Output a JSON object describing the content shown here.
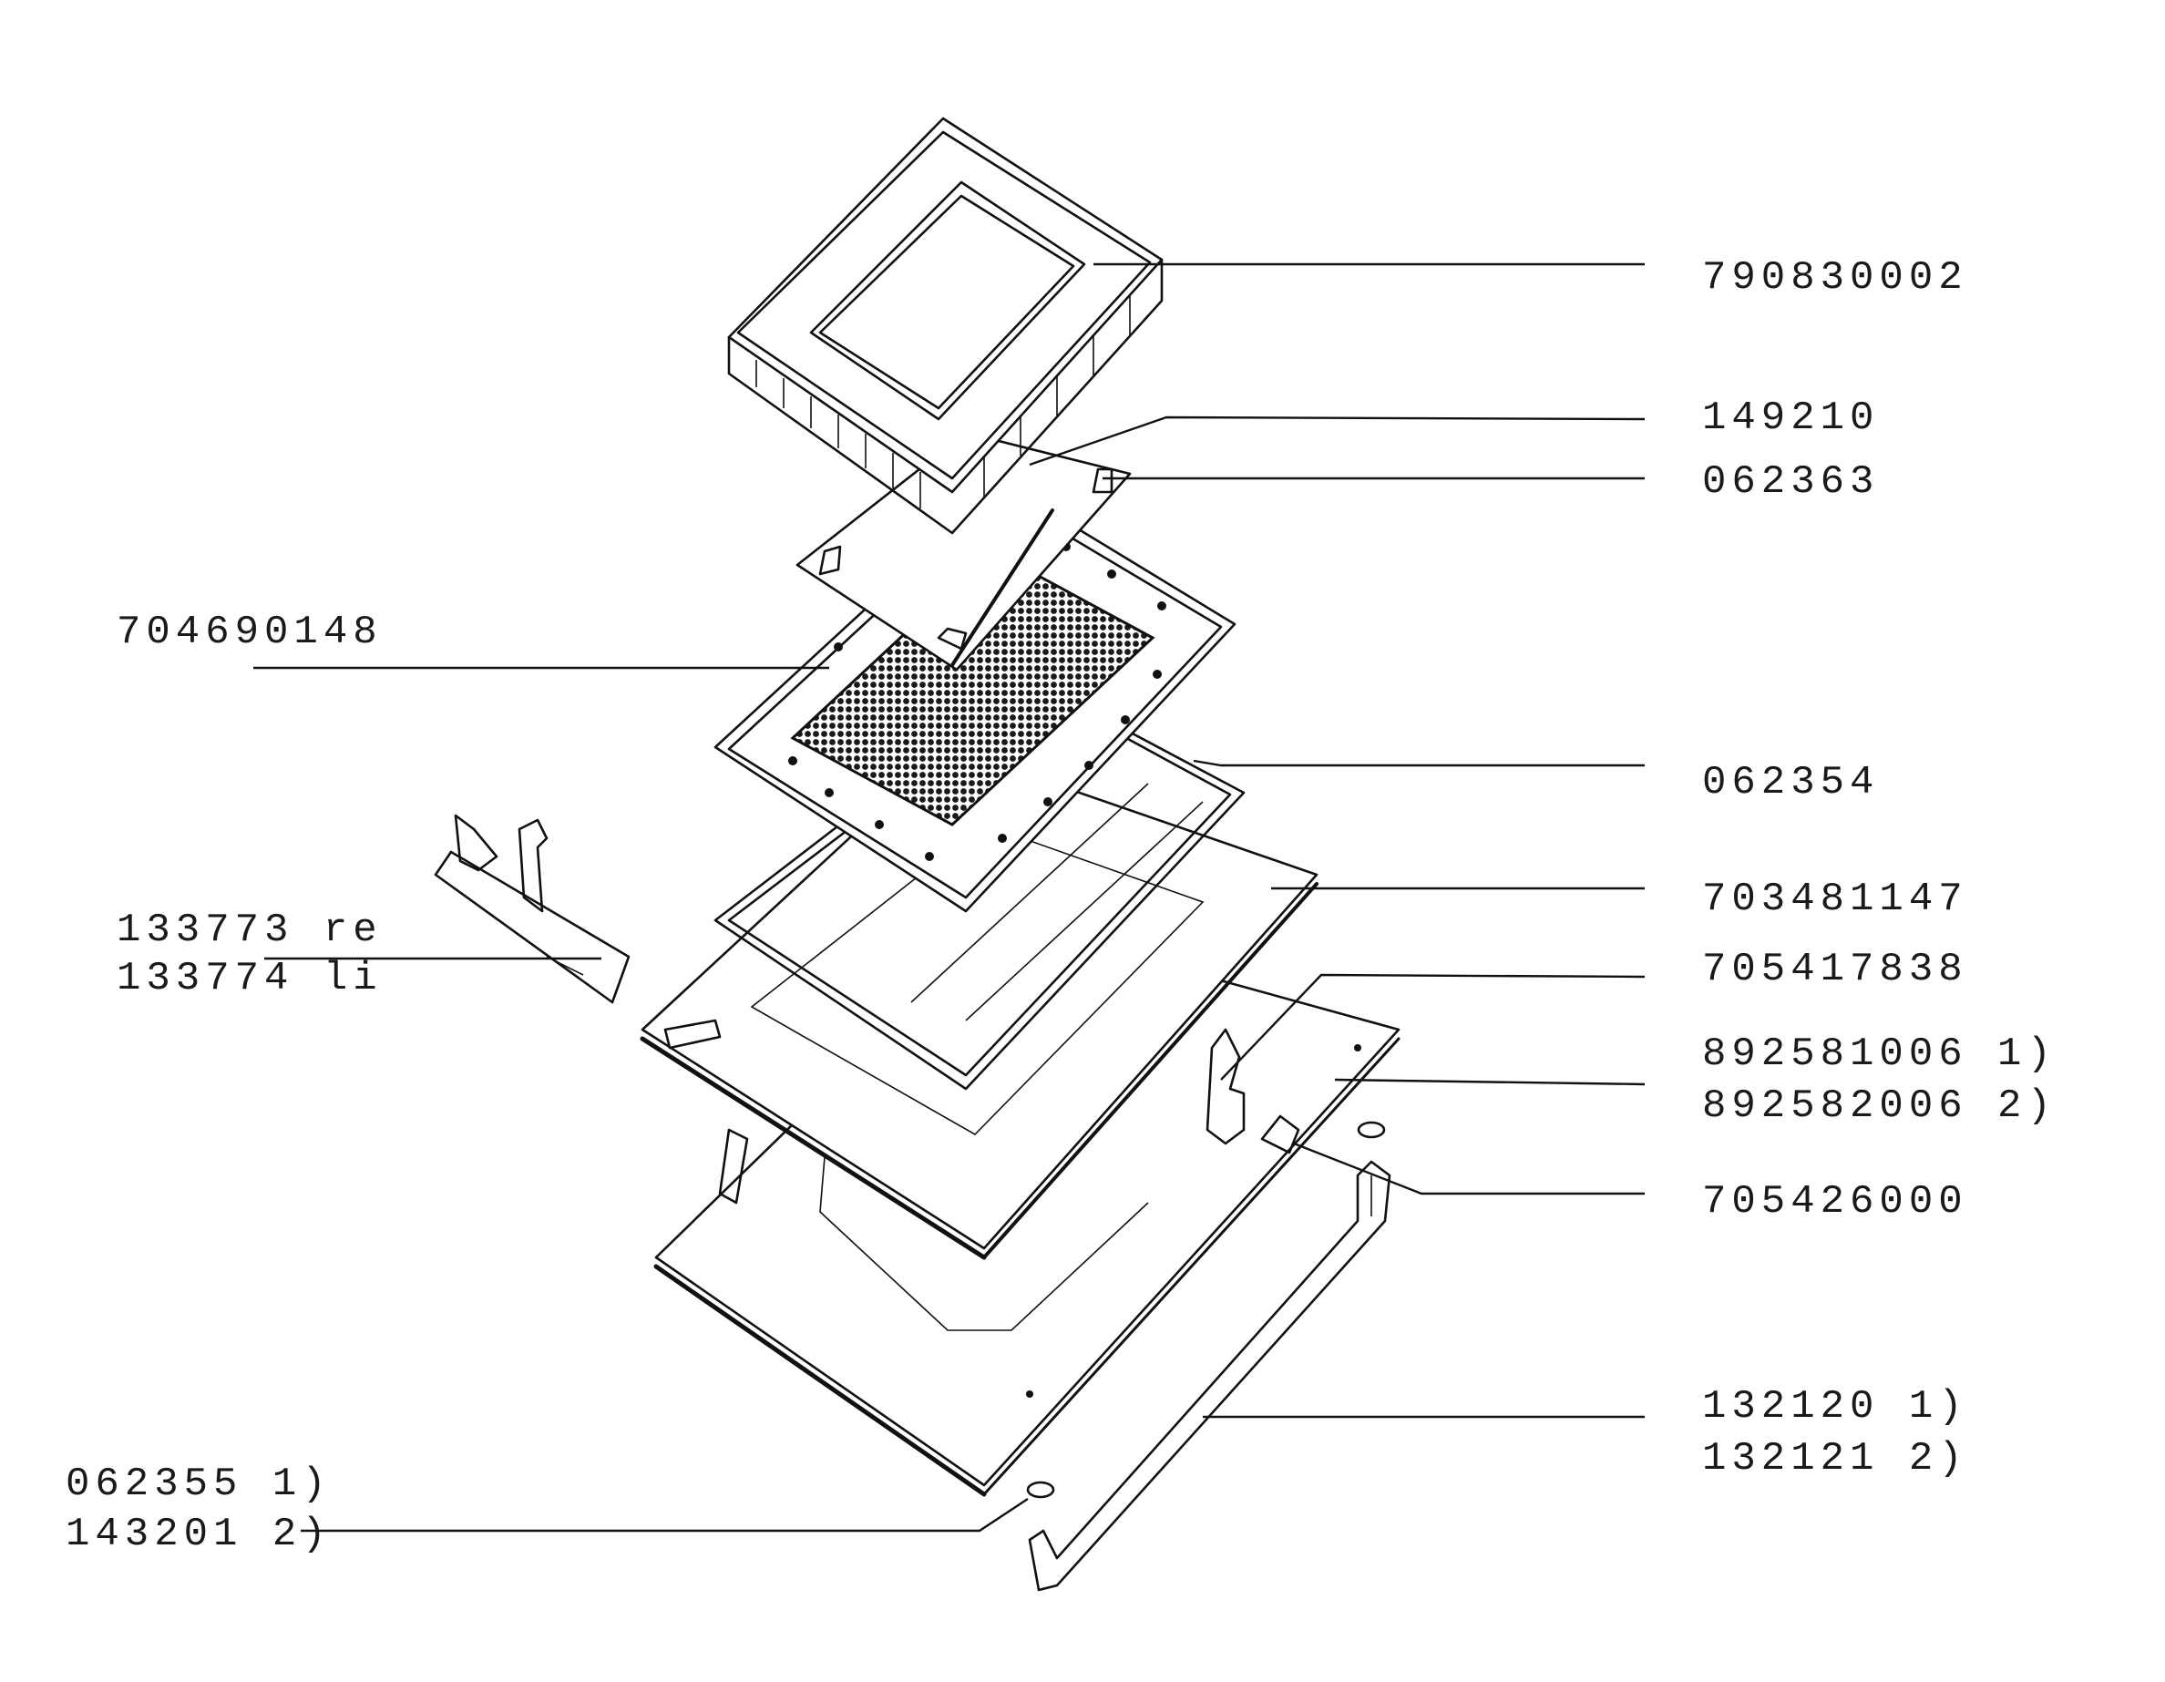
{
  "labels": {
    "p790830002": "790830002",
    "p149210": "149210",
    "p062363": "062363",
    "p704690148": "704690148",
    "p062354": "062354",
    "p703481147": "703481147",
    "p133773": "133773 re",
    "p133774": "133774 li",
    "p705417838": "705417838",
    "p892581006": "892581006 1)",
    "p892582006": "892582006 2)",
    "p705426000": "705426000",
    "p132120": "132120 1)",
    "p132121": "132121 2)",
    "p062355": "062355 1)",
    "p143201": "143201 2)"
  },
  "colors": {
    "line": "#111111",
    "mesh": "#1a1a1a",
    "background": "#ffffff"
  }
}
